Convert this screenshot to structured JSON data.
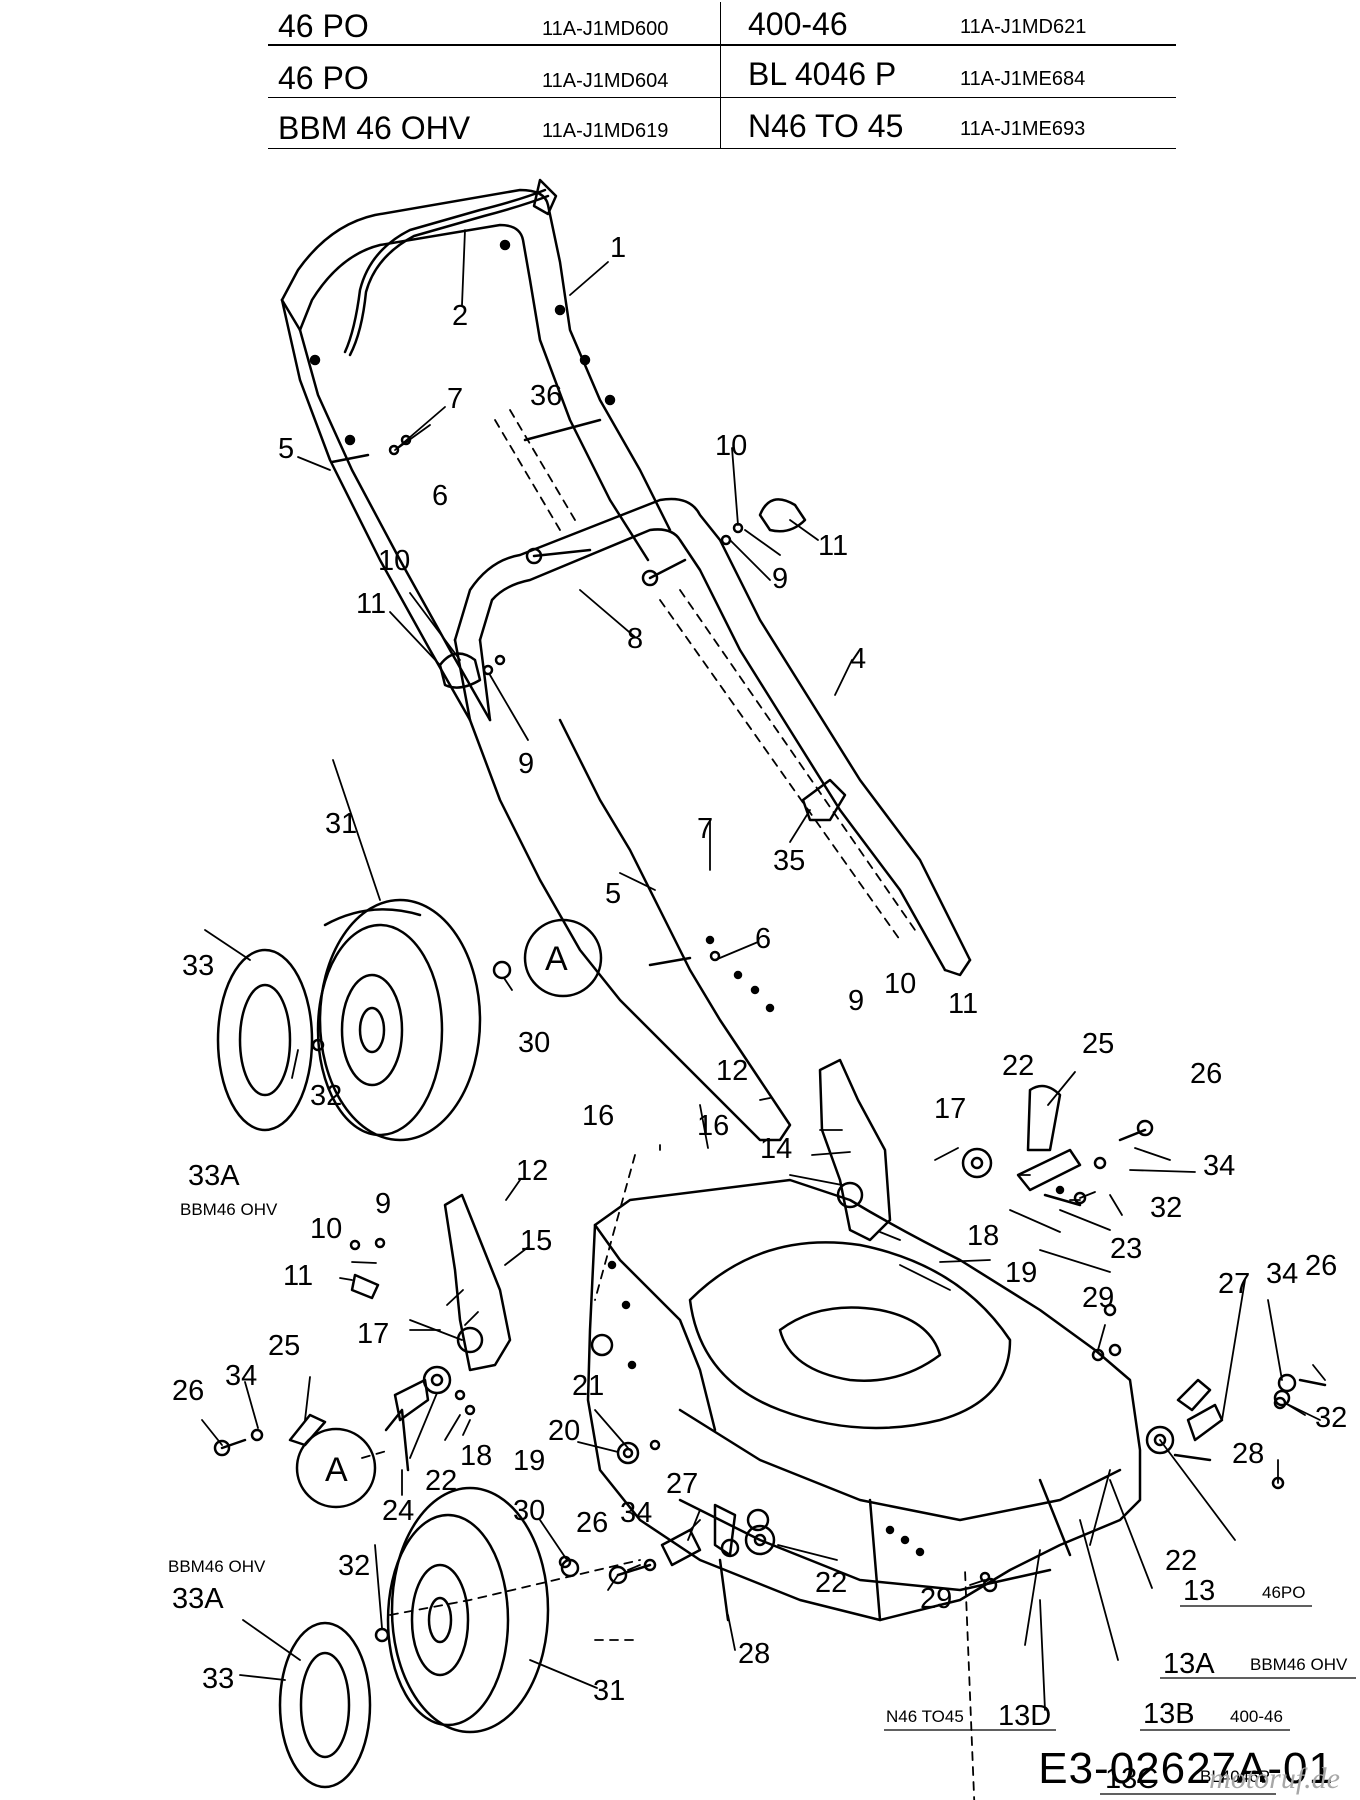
{
  "models_table": [
    {
      "model": "46 PO",
      "code": "11A-J1MD600",
      "model2": "400-46",
      "code2": "11A-J1MD621"
    },
    {
      "model": "46 PO",
      "code": "11A-J1MD604",
      "model2": "BL 4046 P",
      "code2": "11A-J1ME684"
    },
    {
      "model": "BBM 46 OHV",
      "code": "11A-J1MD619",
      "model2": "N46 TO 45",
      "code2": "11A-J1ME693"
    }
  ],
  "callouts": {
    "p1": "1",
    "p2": "2",
    "p4": "4",
    "p5a": "5",
    "p5b": "5",
    "p6a": "6",
    "p6b": "6",
    "p7a": "7",
    "p7b": "7",
    "p8": "8",
    "p9a": "9",
    "p9b": "9",
    "p9c": "9",
    "p9d": "9",
    "p10a": "10",
    "p10b": "10",
    "p10c": "10",
    "p10d": "10",
    "p11a": "11",
    "p11b": "11",
    "p11c": "11",
    "p11d": "11",
    "p12a": "12",
    "p12b": "12",
    "p13": "13",
    "p13a": "13A",
    "p13b": "13B",
    "p13c": "13C",
    "p13d": "13D",
    "p14": "14",
    "p15": "15",
    "p16a": "16",
    "p16b": "16",
    "p17a": "17",
    "p17b": "17",
    "p18a": "18",
    "p18b": "18",
    "p19a": "19",
    "p19b": "19",
    "p20": "20",
    "p21": "21",
    "p22a": "22",
    "p22b": "22",
    "p22c": "22",
    "p22d": "22",
    "p23": "23",
    "p24": "24",
    "p25a": "25",
    "p25b": "25",
    "p26a": "26",
    "p26b": "26",
    "p26c": "26",
    "p26d": "26",
    "p27a": "27",
    "p27b": "27",
    "p28a": "28",
    "p28b": "28",
    "p29a": "29",
    "p29b": "29",
    "p30a": "30",
    "p30b": "30",
    "p31a": "31",
    "p31b": "31",
    "p32a": "32",
    "p32b": "32",
    "p32c": "32",
    "p32d": "32",
    "p33a": "33",
    "p33b": "33",
    "p33Aa": "33A",
    "p33Ab": "33A",
    "p34a": "34",
    "p34b": "34",
    "p34c": "34",
    "p34d": "34",
    "p35": "35",
    "p36": "36",
    "detailA1": "A",
    "detailA2": "A"
  },
  "variant_notes": {
    "bbm46ohv_top": "BBM46 OHV",
    "bbm46ohv_bottom": "BBM46 OHV",
    "v13": "46PO",
    "v13a": "BBM46 OHV",
    "v13b": "400-46",
    "v13c": "BL4046P",
    "v13d": "N46 TO45"
  },
  "diagram_code": "E3-02627A-01",
  "watermark": "motoruf.de"
}
